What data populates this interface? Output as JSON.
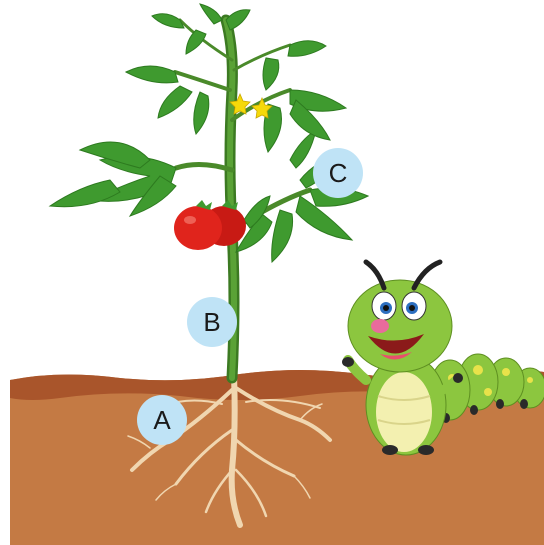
{
  "labels": {
    "a": "A",
    "b": "B",
    "c": "C"
  },
  "colors": {
    "soil": "#c47a44",
    "soil_top": "#a9552b",
    "stem": "#4a8a2a",
    "leaf": "#3f9a2f",
    "tomato": "#e0241c",
    "root": "#f0d6b0",
    "marker": "#bfe3f6",
    "caterpillar_body": "#8cc63f",
    "caterpillar_belly": "#f3f0b0"
  },
  "icons": [
    "tomato-plant-icon",
    "caterpillar-icon",
    "flower-icon"
  ]
}
